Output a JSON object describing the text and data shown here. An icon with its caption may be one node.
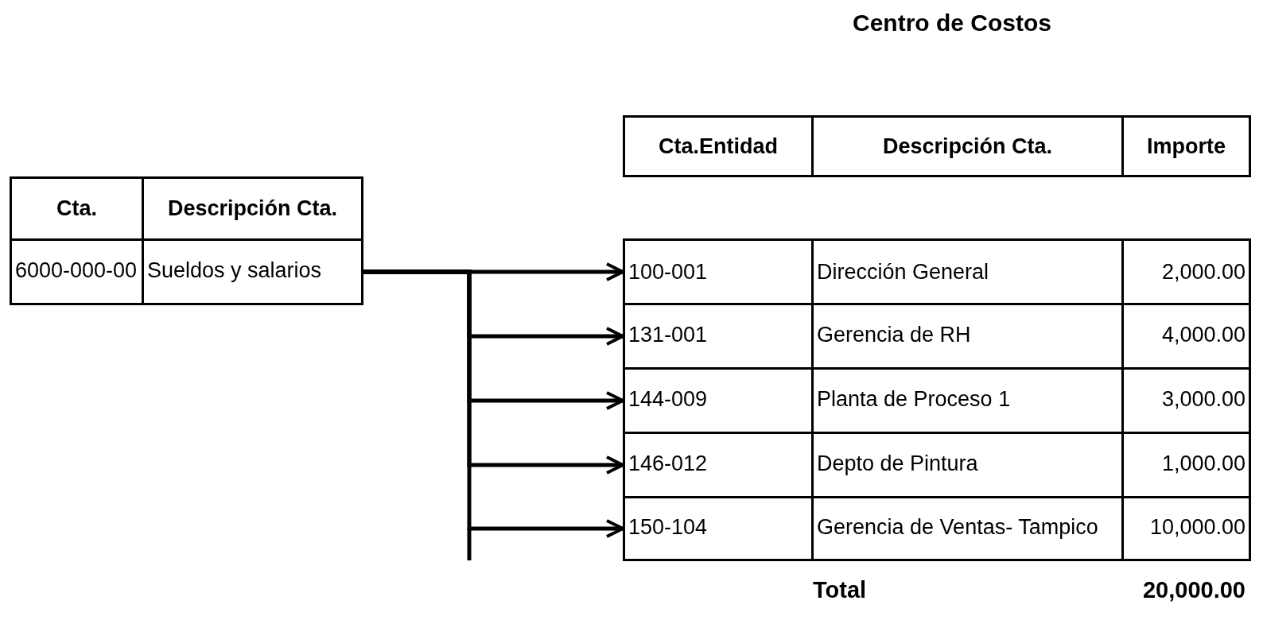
{
  "diagram": {
    "title": "Centro de Costos",
    "nodes": [
      {
        "text": [
          "Cta.",
          "Descripción Cta."
        ]
      },
      {
        "text": [
          "6000-000-00",
          "Sueldos y salarios"
        ]
      },
      {
        "text": [
          "Cta.Entidad",
          "Descripción Cta.",
          "Importe"
        ]
      },
      {
        "text": [
          "100-001",
          "Dirección General",
          "2,000.00"
        ]
      },
      {
        "text": [
          "131-001",
          "Gerencia de RH",
          "4,000.00"
        ]
      },
      {
        "text": [
          "144-009",
          "Planta de Proceso 1",
          "3,000.00"
        ]
      },
      {
        "text": [
          "146-012",
          "Depto de Pintura",
          "1,000.00"
        ]
      },
      {
        "text": [
          "150-104",
          "Gerencia de Ventas- Tampico",
          "10,000.00"
        ]
      }
    ],
    "edges": [
      {
        "from": 1,
        "to": 3,
        "arrow": "to"
      },
      {
        "from": 1,
        "to": 4,
        "arrow": "to"
      },
      {
        "from": 1,
        "to": 5,
        "arrow": "to"
      },
      {
        "from": 1,
        "to": 6,
        "arrow": "to"
      },
      {
        "from": 1,
        "to": 7,
        "arrow": "to"
      }
    ],
    "labels": [
      "Total",
      "20,000.00"
    ]
  }
}
